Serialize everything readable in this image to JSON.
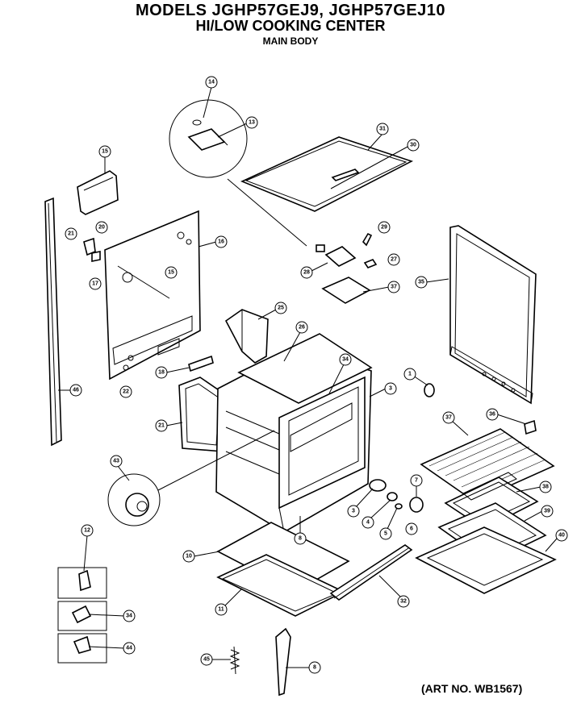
{
  "header": {
    "models": "MODELS JGHP57GEJ9, JGHP57GEJ10",
    "product": "HI/LOW COOKING CENTER",
    "section": "MAIN BODY"
  },
  "art_number": "(ART NO. WB1567)",
  "callouts": [
    "14",
    "13",
    "31",
    "30",
    "15",
    "16",
    "20",
    "21",
    "17",
    "15",
    "29",
    "28",
    "27",
    "37",
    "35",
    "25",
    "26",
    "18",
    "22",
    "34",
    "1",
    "3",
    "21",
    "36",
    "46",
    "37",
    "43",
    "3",
    "7",
    "4",
    "5",
    "38",
    "6",
    "8",
    "39",
    "40",
    "10",
    "12",
    "11",
    "32",
    "34",
    "44",
    "45",
    "8"
  ]
}
